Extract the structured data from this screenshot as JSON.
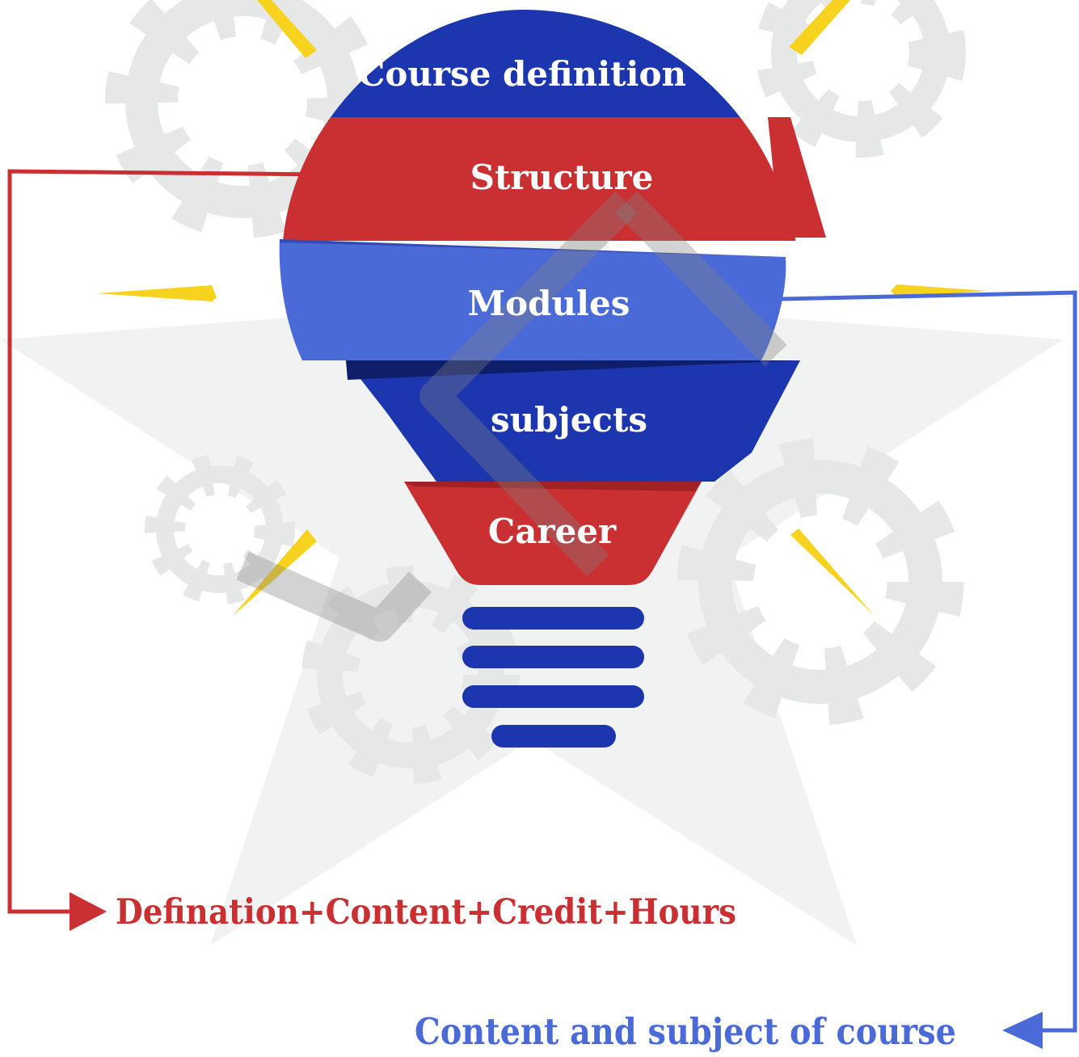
{
  "bulb": {
    "sections": [
      {
        "label": "Course definition",
        "color": "#1c36b0"
      },
      {
        "label": "Structure",
        "color": "#ca3032"
      },
      {
        "label": "Modules",
        "color": "#4a6ad8"
      },
      {
        "label": "subjects",
        "color": "#1c36b0"
      },
      {
        "label": "Career",
        "color": "#ca3032"
      }
    ],
    "base_color": "#1c36b0"
  },
  "annotations": {
    "structure_note": {
      "text": "Defination+Content+Credit+Hours",
      "color": "#ca3032"
    },
    "modules_note": {
      "text": "Content and subject of course",
      "color": "#4a6ad8"
    }
  },
  "decoration": {
    "gear_color": "#e6e8e8",
    "ray_color": "#f7d21e",
    "watermark_color": "#808080"
  }
}
